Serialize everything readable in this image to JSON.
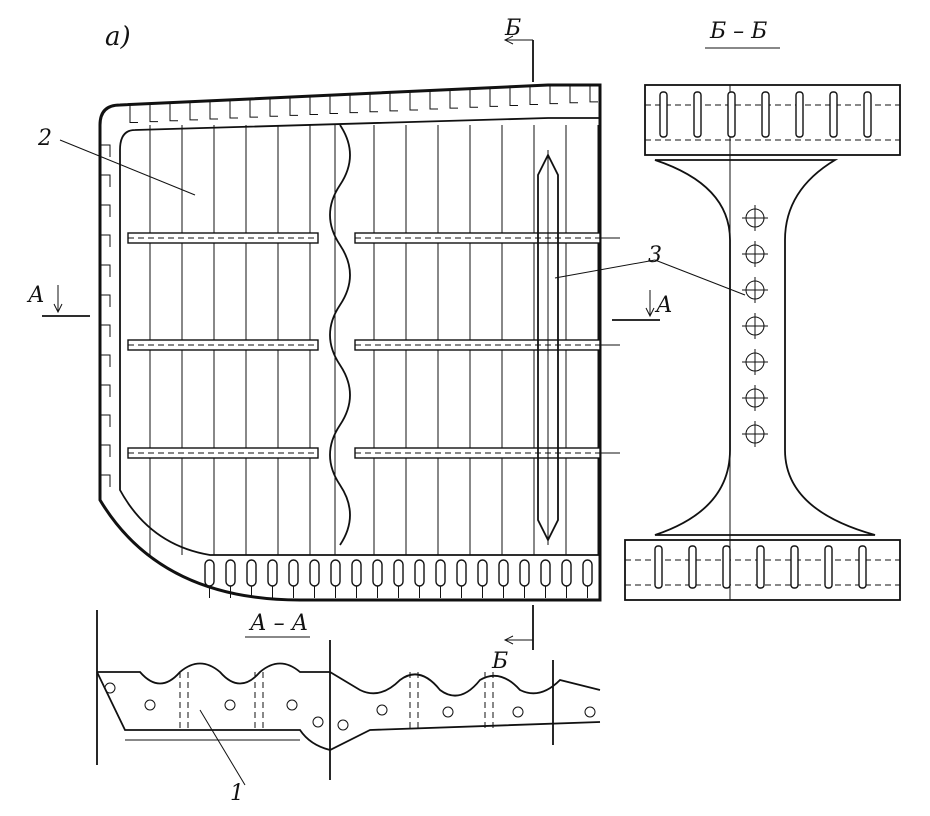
{
  "figure_label": "а)",
  "labels": {
    "callout_1": "1",
    "callout_2": "2",
    "callout_3": "3",
    "section_aa": "А – А",
    "section_bb": "Б – Б",
    "cut_a_left": "А",
    "cut_a_right": "А",
    "cut_b_top": "Б",
    "cut_b_bottom": "Б"
  }
}
